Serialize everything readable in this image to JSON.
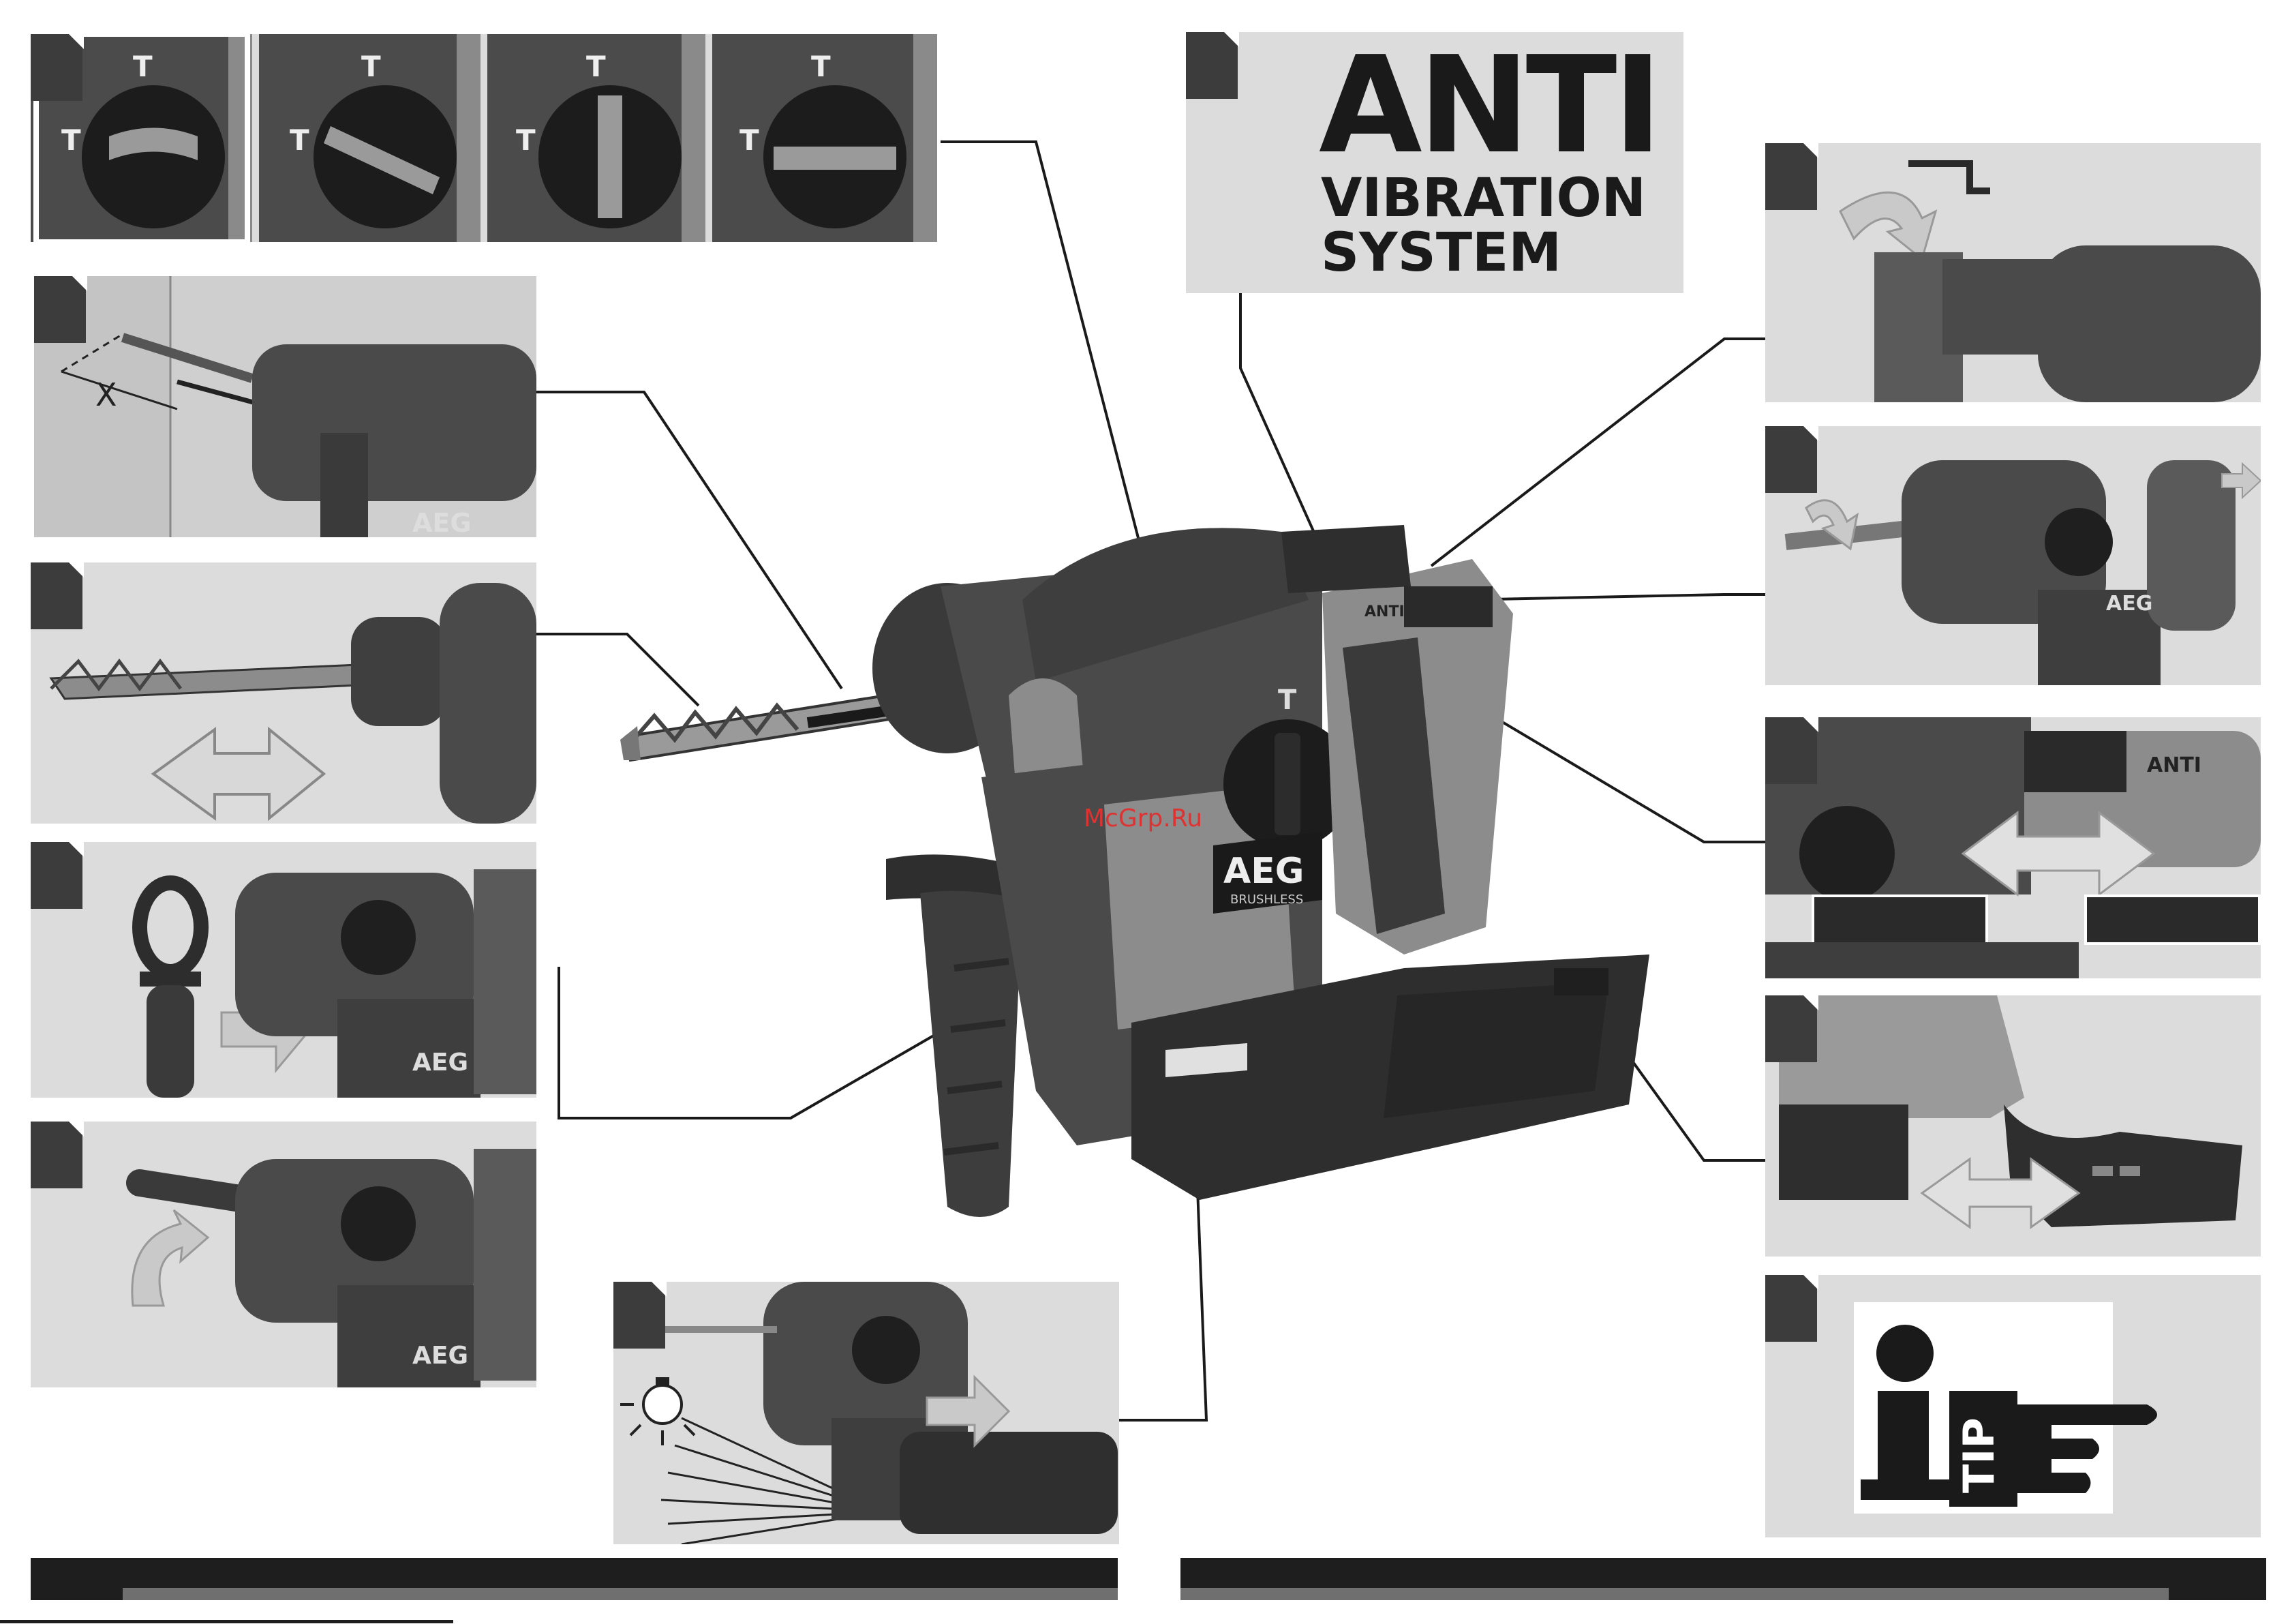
{
  "anti_panel": {
    "word": "ANTI",
    "line1": "VIBRATION",
    "line2": "SYSTEM"
  },
  "drill": {
    "brand": "AEG",
    "badge": "BRUSHLESS",
    "mode_label": "T",
    "anti_label": "ANTI"
  },
  "depth_panel": {
    "dimension_label": "X"
  },
  "tip_panel": {
    "letter": "i",
    "word": "TIP"
  },
  "watermark": "McGrp.Ru",
  "colors": {
    "panel": "#dcdcdc",
    "tab": "#3c3c3c",
    "tool_body": "#4a4a4a",
    "tool_grey": "#8c8c8c",
    "footer": "#1e1e1e"
  }
}
